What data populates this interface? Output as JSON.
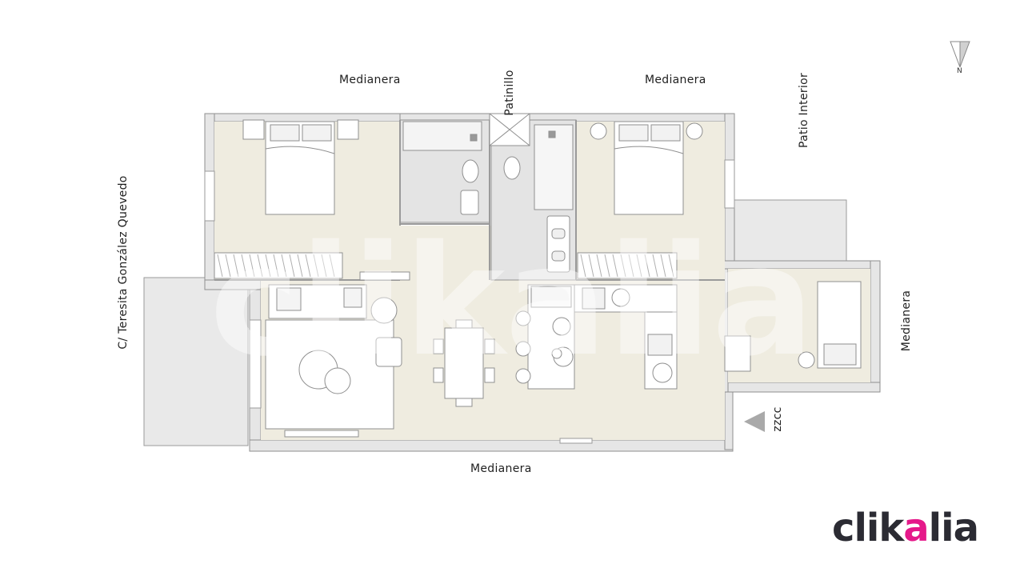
{
  "labels": {
    "medianera_top_left": "Medianera",
    "patinillo": "Patinillo",
    "medianera_top_right": "Medianera",
    "patio_interior": "Patio Interior",
    "street": "C/ Teresita González Quevedo",
    "medianera_right": "Medianera",
    "zzcc": "zzcc",
    "medianera_bottom": "Medianera"
  },
  "compass": {
    "label": "N"
  },
  "logo": {
    "part1": "clik",
    "accent": "a",
    "part2": "lia"
  },
  "watermark": "clikalia",
  "colors": {
    "floor": "#efece0",
    "wall": "#e8e8e8",
    "wall_line": "#9a9a9a",
    "wet_area": "#e6e6e6",
    "terrace": "#e9e9e9",
    "brand": "#e5198a",
    "text": "#1f1f1f"
  }
}
